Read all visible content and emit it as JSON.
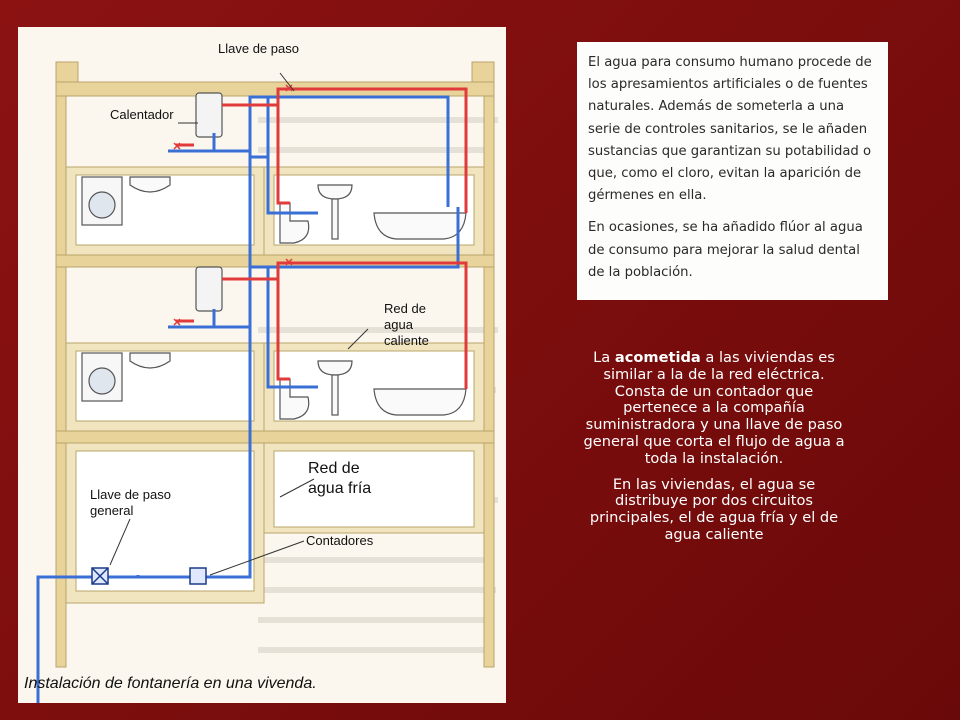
{
  "diagram": {
    "labels": {
      "llave_paso": "Llave de paso",
      "calentador": "Calentador",
      "red_caliente_l1": "Red de",
      "red_caliente_l2": "agua",
      "red_caliente_l3": "caliente",
      "red_fria_l1": "Red  de",
      "red_fria_l2": "agua fría",
      "llave_general_l1": "Llave de paso",
      "llave_general_l2": "general",
      "contadores": "Contadores"
    },
    "caption": "Instalación de fontanería en una vivenda.",
    "colors": {
      "hot_pipe": "#e03a3a",
      "cold_pipe": "#3a6fd6",
      "wall": "#d9c48a"
    }
  },
  "info_card": {
    "paragraph_1": "El agua para consumo humano procede de los apresamientos artificiales o de fuentes naturales. Además de someterla a una serie de controles sanitarios, se le añaden sustancias que garantizan su potabilidad o que, como el cloro, evitan la aparición de gérmenes en ella.",
    "paragraph_2": "En ocasiones, se ha añadido flúor al agua de consumo para mejorar la salud dental de la población."
  },
  "description": {
    "p1_before": "La ",
    "p1_bold": "acometida",
    "p1_after": " a las viviendas es similar a la de la red eléctrica. Consta de un contador que pertenece a la compañía suministradora y una llave de paso general que corta el flujo de agua a toda la instalación.",
    "p2": "En las viviendas, el agua se distribuye por dos circuitos principales, el de agua fría y el de agua caliente"
  }
}
